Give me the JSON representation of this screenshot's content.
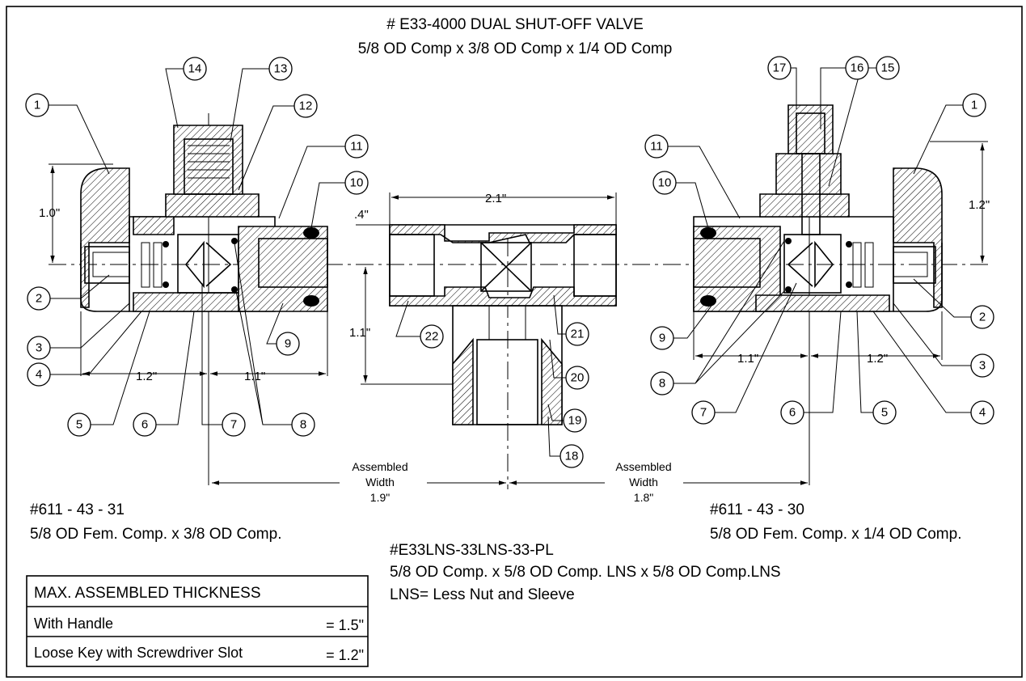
{
  "title": {
    "line1": "# E33-4000 DUAL SHUT-OFF VALVE",
    "line2": "5/8 OD Comp x 3/8 OD Comp x 1/4 OD Comp"
  },
  "left_assembly": {
    "part_no": "#611 - 43 - 31",
    "desc": "5/8 OD Fem. Comp. x 3/8 OD Comp.",
    "balloons": [
      "1",
      "2",
      "3",
      "4",
      "5",
      "6",
      "7",
      "8",
      "9",
      "10",
      "11",
      "12",
      "13",
      "14"
    ],
    "dims": {
      "height": "1.0\"",
      "left_width": "1.2\"",
      "right_width": "1.1\""
    }
  },
  "right_assembly": {
    "part_no": "#611 - 43 - 30",
    "desc": "5/8 OD Fem. Comp. x 1/4 OD Comp.",
    "balloons": [
      "1",
      "2",
      "3",
      "4",
      "5",
      "6",
      "7",
      "8",
      "9",
      "10",
      "11",
      "15",
      "16",
      "17"
    ],
    "dims": {
      "height": "1.2\"",
      "left_width": "1.1\"",
      "right_width": "1.2\""
    }
  },
  "center_tee": {
    "part_no": "#E33LNS-33LNS-33-PL",
    "desc": "5/8 OD Comp. x 5/8 OD Comp. LNS x 5/8 OD Comp.LNS",
    "note": "LNS= Less Nut and Sleeve",
    "balloons": [
      "18",
      "19",
      "20",
      "21",
      "22"
    ],
    "dims": {
      "width": "2.1\"",
      "offset": ".4\"",
      "height": "1.1\""
    }
  },
  "assembled_width_left": {
    "l1": "Assembled",
    "l2": "Width",
    "l3": "1.9\""
  },
  "assembled_width_right": {
    "l1": "Assembled",
    "l2": "Width",
    "l3": "1.8\""
  },
  "thickness_table": {
    "header": "MAX. ASSEMBLED THICKNESS",
    "rows": [
      {
        "label": "With Handle",
        "value": "= 1.5\""
      },
      {
        "label": "Loose Key with Screwdriver Slot",
        "value": "= 1.2\""
      }
    ]
  }
}
